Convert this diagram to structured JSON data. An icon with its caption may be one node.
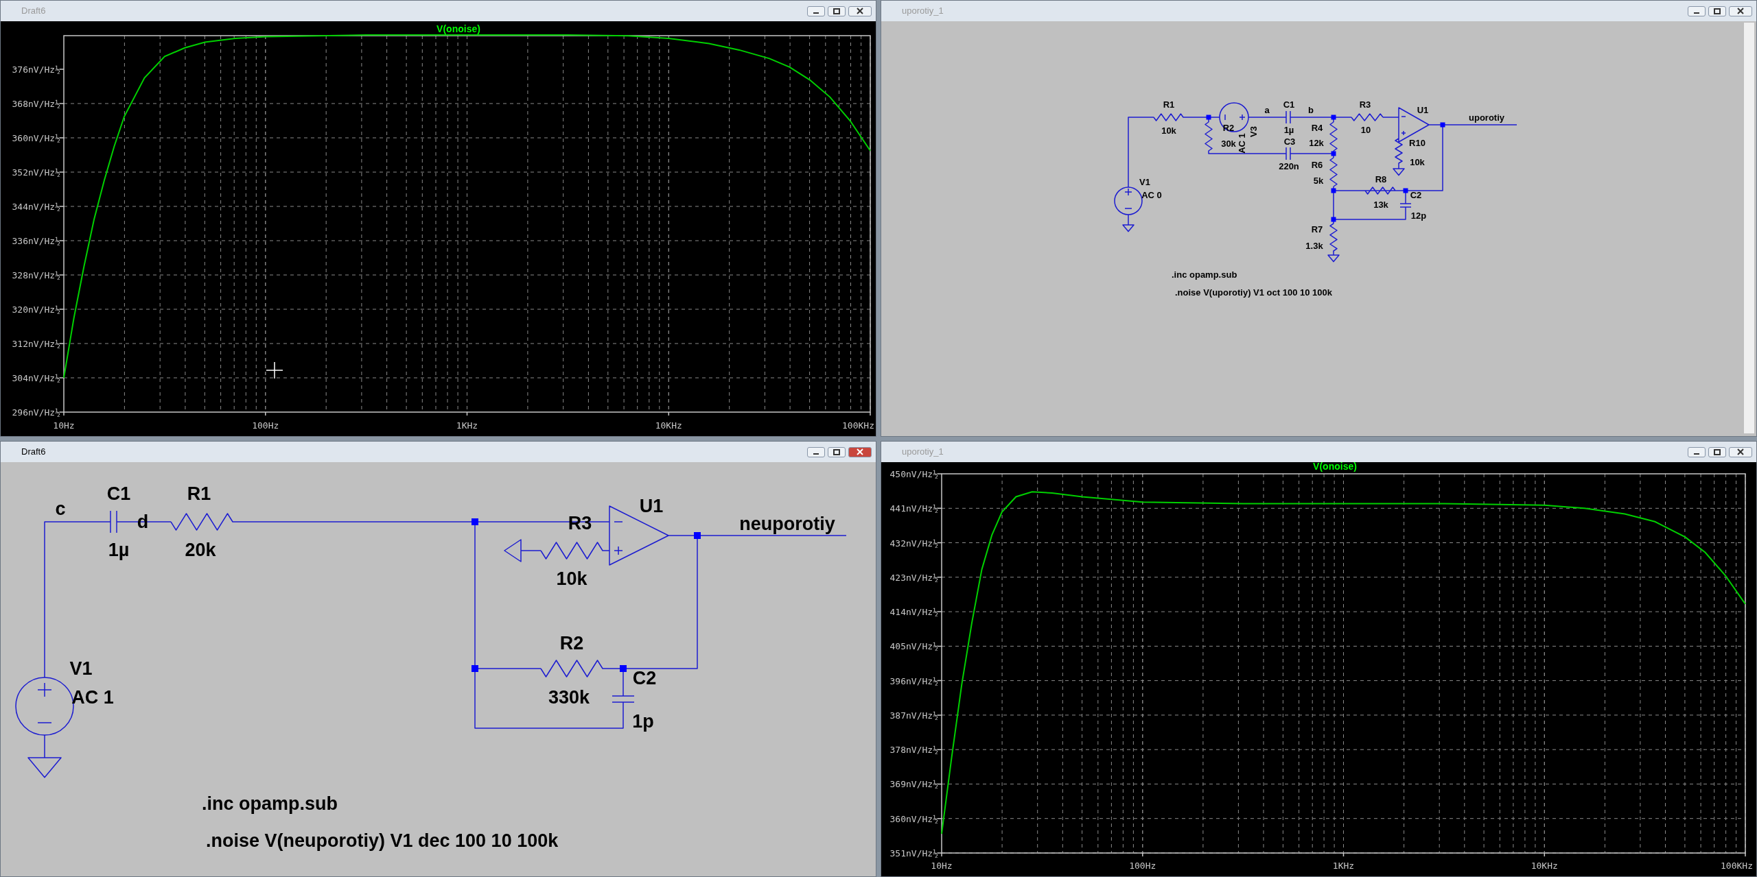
{
  "diagram": {
    "nodes": [
      {
        "text": [
          "Draft6"
        ]
      },
      {
        "text": [
          "uporotiy_1"
        ]
      },
      {
        "text": [
          "Draft6"
        ]
      },
      {
        "text": [
          "uporotiy_1"
        ]
      }
    ],
    "labels": [
      "V(onoise)",
      "376nV/Hz½",
      "368nV/Hz½",
      "360nV/Hz½",
      "352nV/Hz½",
      "344nV/Hz½",
      "336nV/Hz½",
      "328nV/Hz½",
      "320nV/Hz½",
      "312nV/Hz½",
      "304nV/Hz½",
      "296nV/Hz½",
      "10Hz",
      "100Hz",
      "1KHz",
      "10KHz",
      "100KHz",
      "R1",
      "a",
      "C1",
      "b",
      "R3",
      "U1",
      "uporotiy",
      "10k",
      "R2",
      "V3",
      "1µ",
      "R4",
      "10",
      "30k",
      "AC 1",
      "C3",
      "12k",
      "R10",
      "220n",
      "R6",
      "10k",
      "V1",
      "5k",
      "R8",
      "AC 0",
      "C2",
      "13k",
      "12p",
      "R7",
      "1.3k",
      ".inc opamp.sub",
      ".noise V(uporotiy) V1 oct 100 10 100k",
      "c",
      "C1",
      "d",
      "R1",
      "R3",
      "U1",
      "neuporotiy",
      "1µ",
      "20k",
      "10k",
      "R2",
      "V1",
      "C2",
      "AC 1",
      "330k",
      "1p",
      ".inc opamp.sub",
      ".noise V(neuporotiy) V1 dec 100 10 100k",
      "V(onoise)",
      "450nV/Hz½",
      "441nV/Hz½",
      "432nV/Hz½",
      "423nV/Hz½",
      "414nV/Hz½",
      "405nV/Hz½",
      "396nV/Hz½",
      "387nV/Hz½",
      "378nV/Hz½",
      "369nV/Hz½",
      "360nV/Hz½",
      "351nV/Hz½",
      "10Hz",
      "100Hz",
      "1KHz",
      "10KHz",
      "100KHz"
    ]
  }
}
